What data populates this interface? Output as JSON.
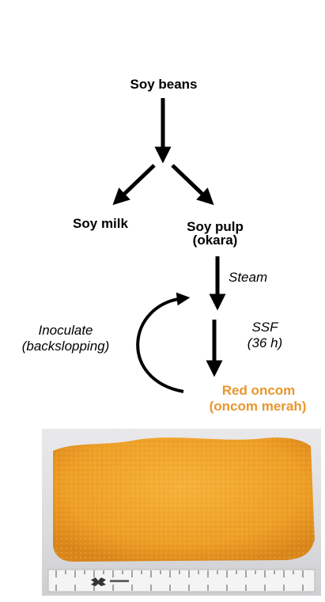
{
  "diagram": {
    "nodes": {
      "soy_beans": "Soy beans",
      "soy_milk": "Soy milk",
      "soy_pulp_line1": "Soy pulp",
      "soy_pulp_line2": "(okara)",
      "red_oncom_line1": "Red oncom",
      "red_oncom_line2": "(oncom merah)"
    },
    "edge_labels": {
      "steam": "Steam",
      "ssf_line1": "SSF",
      "ssf_line2": "(36 h)",
      "inoculate_line1": "Inoculate",
      "inoculate_line2": "(backslopping)"
    },
    "colors": {
      "text": "#000000",
      "product": "#e8962c",
      "oncom_cake": "#f0a22a"
    }
  },
  "photo": {
    "subject": "red oncom cake on ruler"
  }
}
